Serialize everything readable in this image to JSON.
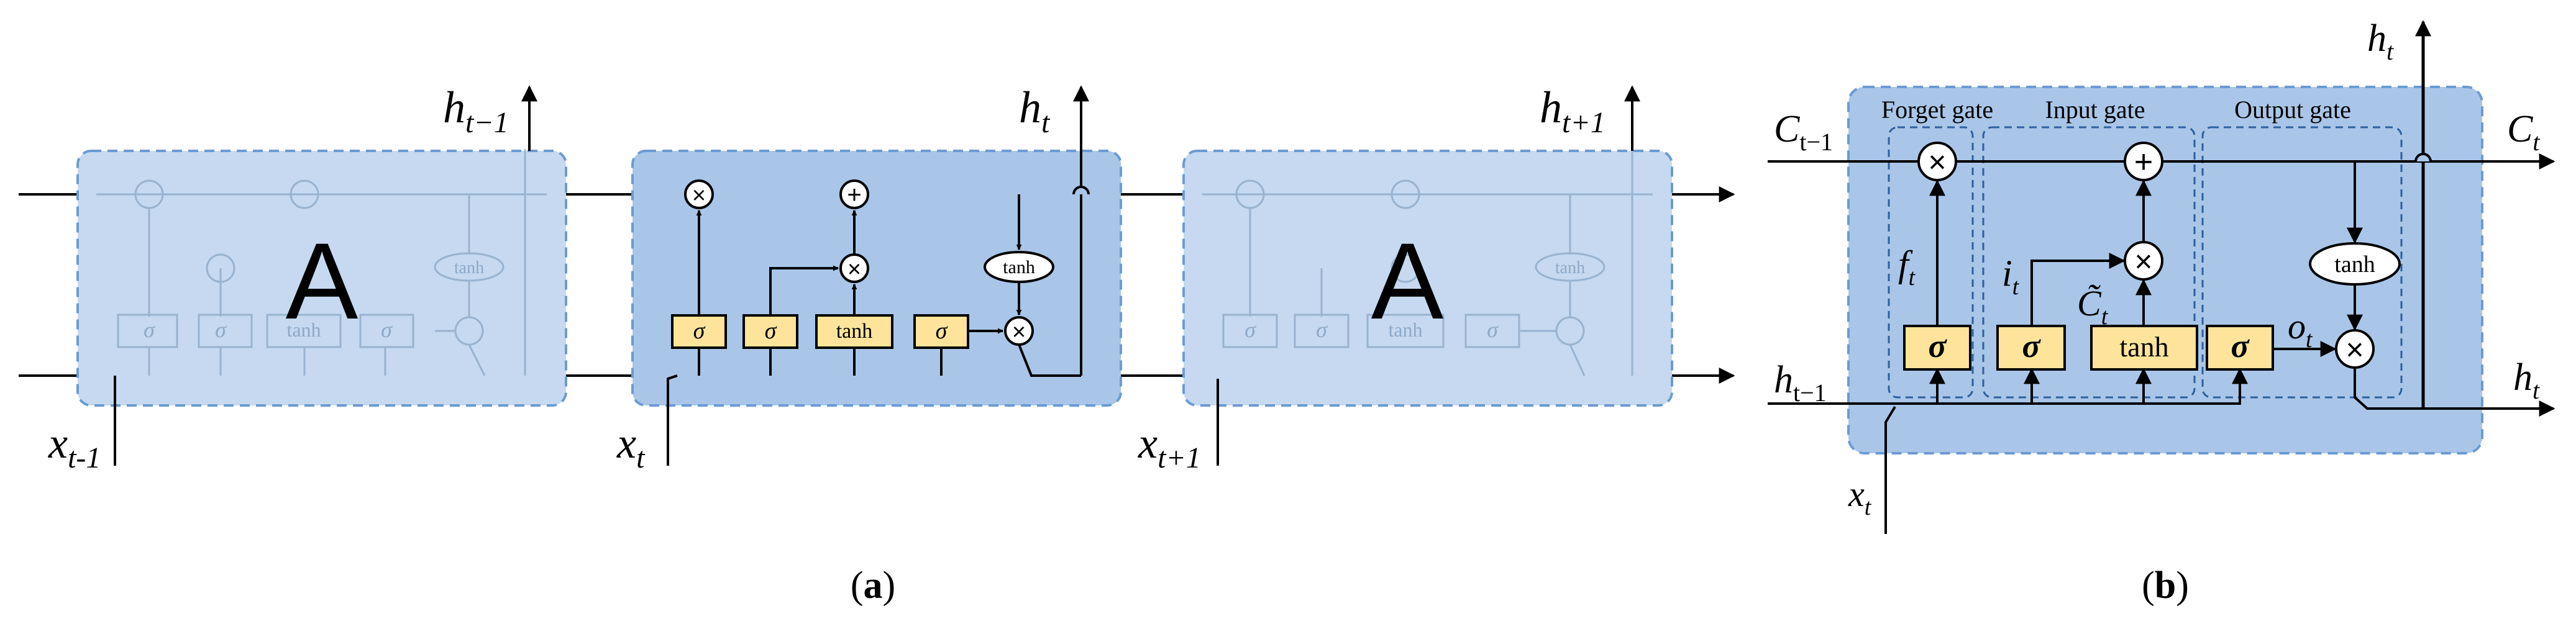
{
  "panel_a": {
    "caption": "(a)",
    "cell_letter": "A",
    "inputs": {
      "prev": "x",
      "prev_sub": "t-1",
      "curr": "x",
      "curr_sub": "t",
      "next": "x",
      "next_sub": "t+1"
    },
    "outputs": {
      "prev": "h",
      "prev_sub": "t−1",
      "curr": "h",
      "curr_sub": "t",
      "next": "h",
      "next_sub": "t+1"
    },
    "gates": {
      "sigma": "σ",
      "tanh": "tanh"
    },
    "ops": {
      "mul": "×",
      "add": "+"
    }
  },
  "panel_b": {
    "caption": "(b)",
    "gate_titles": {
      "forget": "Forget gate",
      "input": "Input gate",
      "output": "Output gate"
    },
    "labels": {
      "c_prev": "C",
      "c_prev_sub": "t−1",
      "c_next": "C",
      "c_next_sub": "t",
      "h_prev": "h",
      "h_prev_sub": "t−1",
      "h_next": "h",
      "h_next_sub": "t",
      "h_top": "h",
      "h_top_sub": "t",
      "x": "x",
      "x_sub": "t",
      "f": "f",
      "f_sub": "t",
      "i": "i",
      "i_sub": "t",
      "c_tilde": "C̃",
      "c_tilde_sub": "t",
      "o": "o",
      "o_sub": "t"
    },
    "gates": {
      "sigma": "σ",
      "tanh": "tanh"
    },
    "ops": {
      "mul": "×",
      "add": "+"
    }
  },
  "colors": {
    "cell_fill": "#c6d9f0",
    "cell_fill_active": "#a9c6e8",
    "cell_border": "#6b9bd2",
    "gate_fill": "#fde49a",
    "gate_border": "#1a1a1a",
    "line": "#000000",
    "faded": "#8ea9c8"
  }
}
